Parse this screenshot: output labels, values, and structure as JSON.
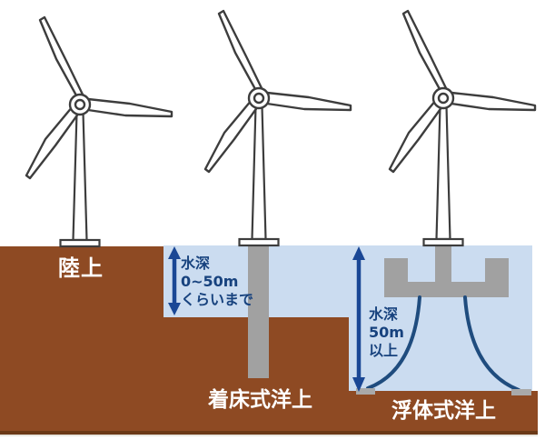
{
  "diagram": {
    "subject": "wind-power-installation-types",
    "labels": {
      "onshore": "陸上",
      "fixed_offshore": "着床式洋上",
      "floating_offshore": "浮体式洋上"
    },
    "depth_shallow": {
      "line1": "水深",
      "line2": "0~50m",
      "line3": "くらいまで"
    },
    "depth_deep": {
      "line1": "水深",
      "line2": "50m",
      "line3": "以上"
    },
    "icons": {
      "turbines": "wind-turbine-icon x3",
      "arrows": "depth-range-arrow-icon x2",
      "foundation": "monopile-foundation",
      "platform": "floating-platform",
      "moorings": "mooring-line x2",
      "anchors": "seabed-anchor x2"
    },
    "colors": {
      "ground_brown": "#8e4a23",
      "ground_dark_line": "#6b3917",
      "water_blue": "#cbdcf0",
      "depth_text_navy": "#17427e",
      "arrow_blue": "#1a4795",
      "mooring_blue": "#1f4c7e",
      "structure_gray": "#a1a1a1",
      "turbine_outline": "#3d3d3d",
      "label_white": "#ffffff"
    }
  }
}
